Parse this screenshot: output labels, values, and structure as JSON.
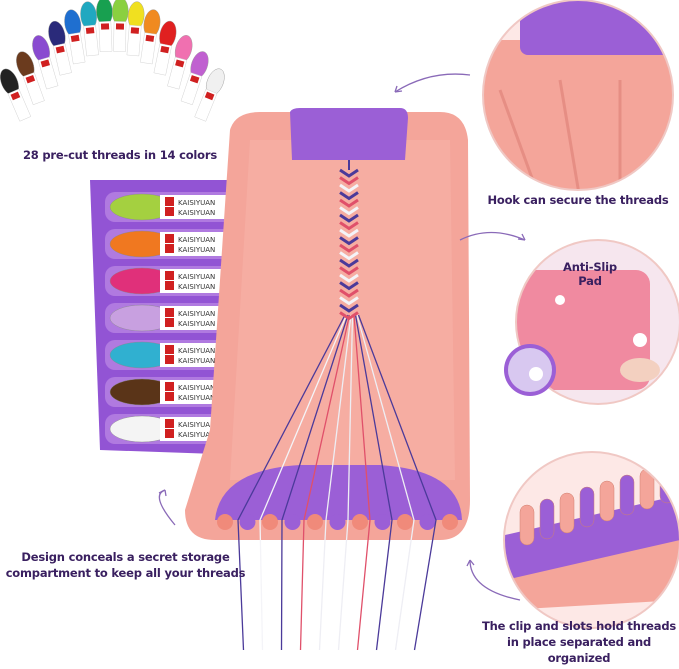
{
  "captions": {
    "threads": "28 pre-cut threads in 14 colors",
    "hook": "Hook can secure the threads",
    "anti_slip": "Anti-Slip Pad",
    "storage": "Design conceals a secret storage compartment to keep all your threads",
    "clip": "The clip and slots hold threads in place separated and organized"
  },
  "brand_label": "KAISIYUAN",
  "colors": {
    "loom_pink": "#f4a59a",
    "accent_purple": "#9b5fd6",
    "text": "#3a2060"
  },
  "skein_colors": [
    "#222",
    "#6b3b1e",
    "#8a4bd0",
    "#2a2a7a",
    "#1f6fd0",
    "#20a8c0",
    "#18a050",
    "#8ad040",
    "#f0e020",
    "#f08a20",
    "#e02020",
    "#f070b0",
    "#c060d0",
    "#f0f0f0"
  ],
  "tray_skein_colors": [
    "#a4d040",
    "#f07820",
    "#e0307a",
    "#c8a0e0",
    "#30b0d0",
    "#5a3418",
    "#f4f4f4"
  ]
}
